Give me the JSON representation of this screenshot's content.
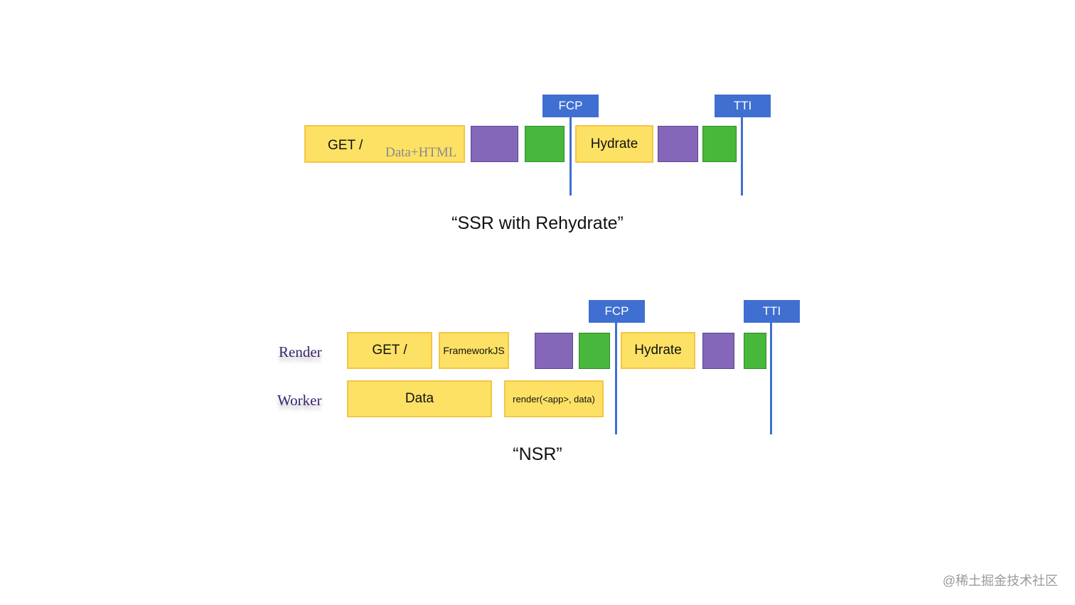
{
  "colors": {
    "request": "#fde165",
    "parse": "#8467b9",
    "execute": "#47b83b",
    "marker": "#3f6fd1"
  },
  "ssr": {
    "get_label": "GET /",
    "get_sub": "Data+HTML",
    "hydrate_label": "Hydrate",
    "fcp_label": "FCP",
    "tti_label": "TTI",
    "caption": "“SSR with Rehydrate”"
  },
  "nsr": {
    "render_row_label": "Render",
    "worker_row_label": "Worker",
    "get_label": "GET /",
    "framework_label": "FrameworkJS",
    "hydrate_label": "Hydrate",
    "data_label": "Data",
    "render_call_label": "render(<app>, data)",
    "fcp_label": "FCP",
    "tti_label": "TTI",
    "caption": "“NSR”"
  },
  "watermark": "@稀土掘金技术社区"
}
